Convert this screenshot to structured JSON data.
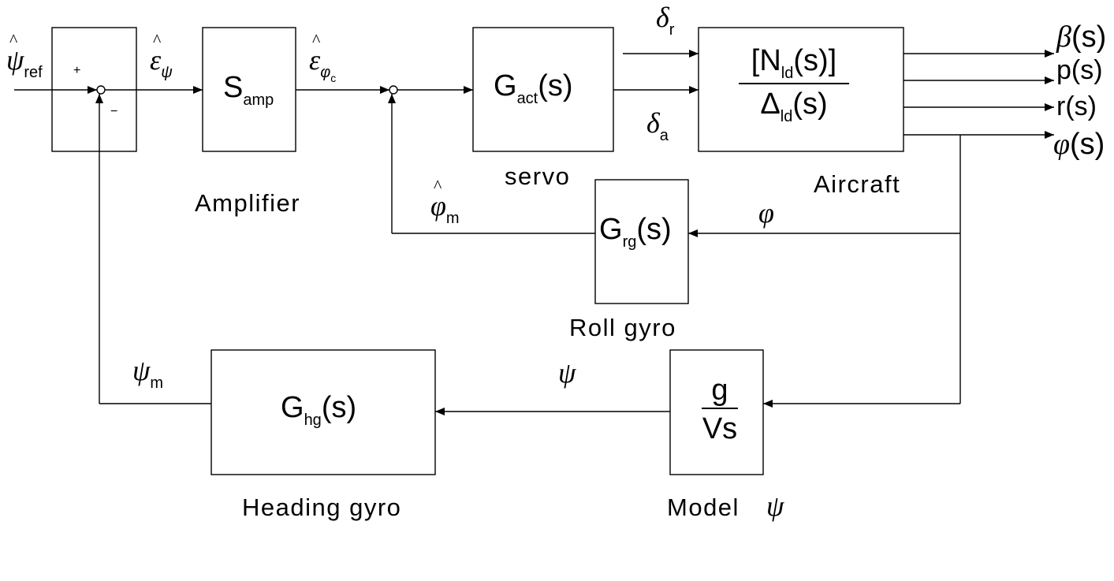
{
  "inputs": {
    "psi_ref": {
      "symbol": "ψ",
      "sub": "ref"
    }
  },
  "signs": {
    "plus": "+",
    "minus": "−"
  },
  "signals": {
    "eps_psi": {
      "symbol": "ε",
      "sub": "ψ"
    },
    "eps_phic": {
      "symbol": "ε",
      "sub": "φ",
      "subsub": "c"
    },
    "delta_r": {
      "symbol": "δ",
      "sub": "r"
    },
    "delta_a": {
      "symbol": "δ",
      "sub": "a"
    },
    "phi_m": {
      "symbol": "φ",
      "sub": "m"
    },
    "phi": "φ",
    "psi": "ψ",
    "psi_m": {
      "symbol": "ψ",
      "sub": "m"
    }
  },
  "blocks": {
    "amplifier": {
      "tf": "S",
      "sub": "amp",
      "caption": "Amplifier"
    },
    "servo": {
      "tf": "G",
      "sub": "act",
      "arg": "(s)",
      "caption": "servo"
    },
    "aircraft": {
      "num": "[N",
      "num_sub": "ld",
      "num_end": "(s)]",
      "den": "Δ",
      "den_sub": "ld",
      "den_end": "(s)",
      "caption": "Aircraft"
    },
    "roll_gyro": {
      "tf": "G",
      "sub": "rg",
      "arg": "(s)",
      "caption": "Roll gyro"
    },
    "heading_gyro": {
      "tf": "G",
      "sub": "hg",
      "arg": "(s)",
      "caption": "Heading gyro"
    },
    "model": {
      "num": "g",
      "den": "Vs",
      "caption": "Model",
      "caption_sym": "ψ"
    }
  },
  "outputs": {
    "beta": {
      "symbol": "β",
      "arg": "(s)"
    },
    "p": {
      "symbol": "p",
      "arg": "(s)"
    },
    "r": {
      "symbol": "r",
      "arg": "(s)"
    },
    "phi": {
      "symbol": "φ",
      "arg": "(s)"
    }
  },
  "colors": {
    "line": "#000000",
    "background": "#ffffff"
  }
}
